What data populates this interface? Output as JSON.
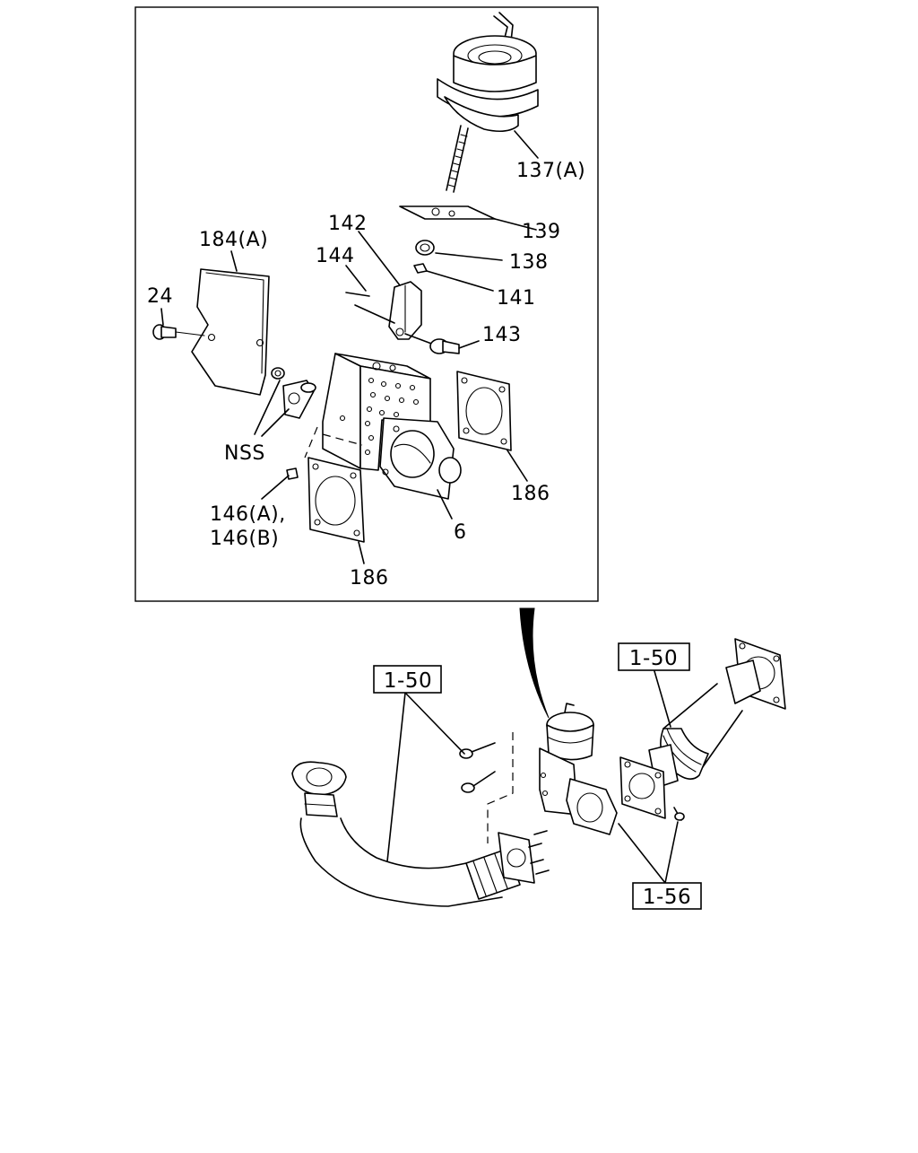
{
  "callouts": {
    "c137a": "137(A)",
    "c139": "139",
    "c142": "142",
    "c138": "138",
    "c184a": "184(A)",
    "c144": "144",
    "c141": "141",
    "c24": "24",
    "c143": "143",
    "cnss": "NSS",
    "c186_right": "186",
    "c146a": "146(A),",
    "c146b": "146(B)",
    "c6": "6",
    "c186_bottom": "186"
  },
  "references": {
    "ref_left": "1-50",
    "ref_right": "1-50",
    "ref_bottom": "1-56"
  }
}
